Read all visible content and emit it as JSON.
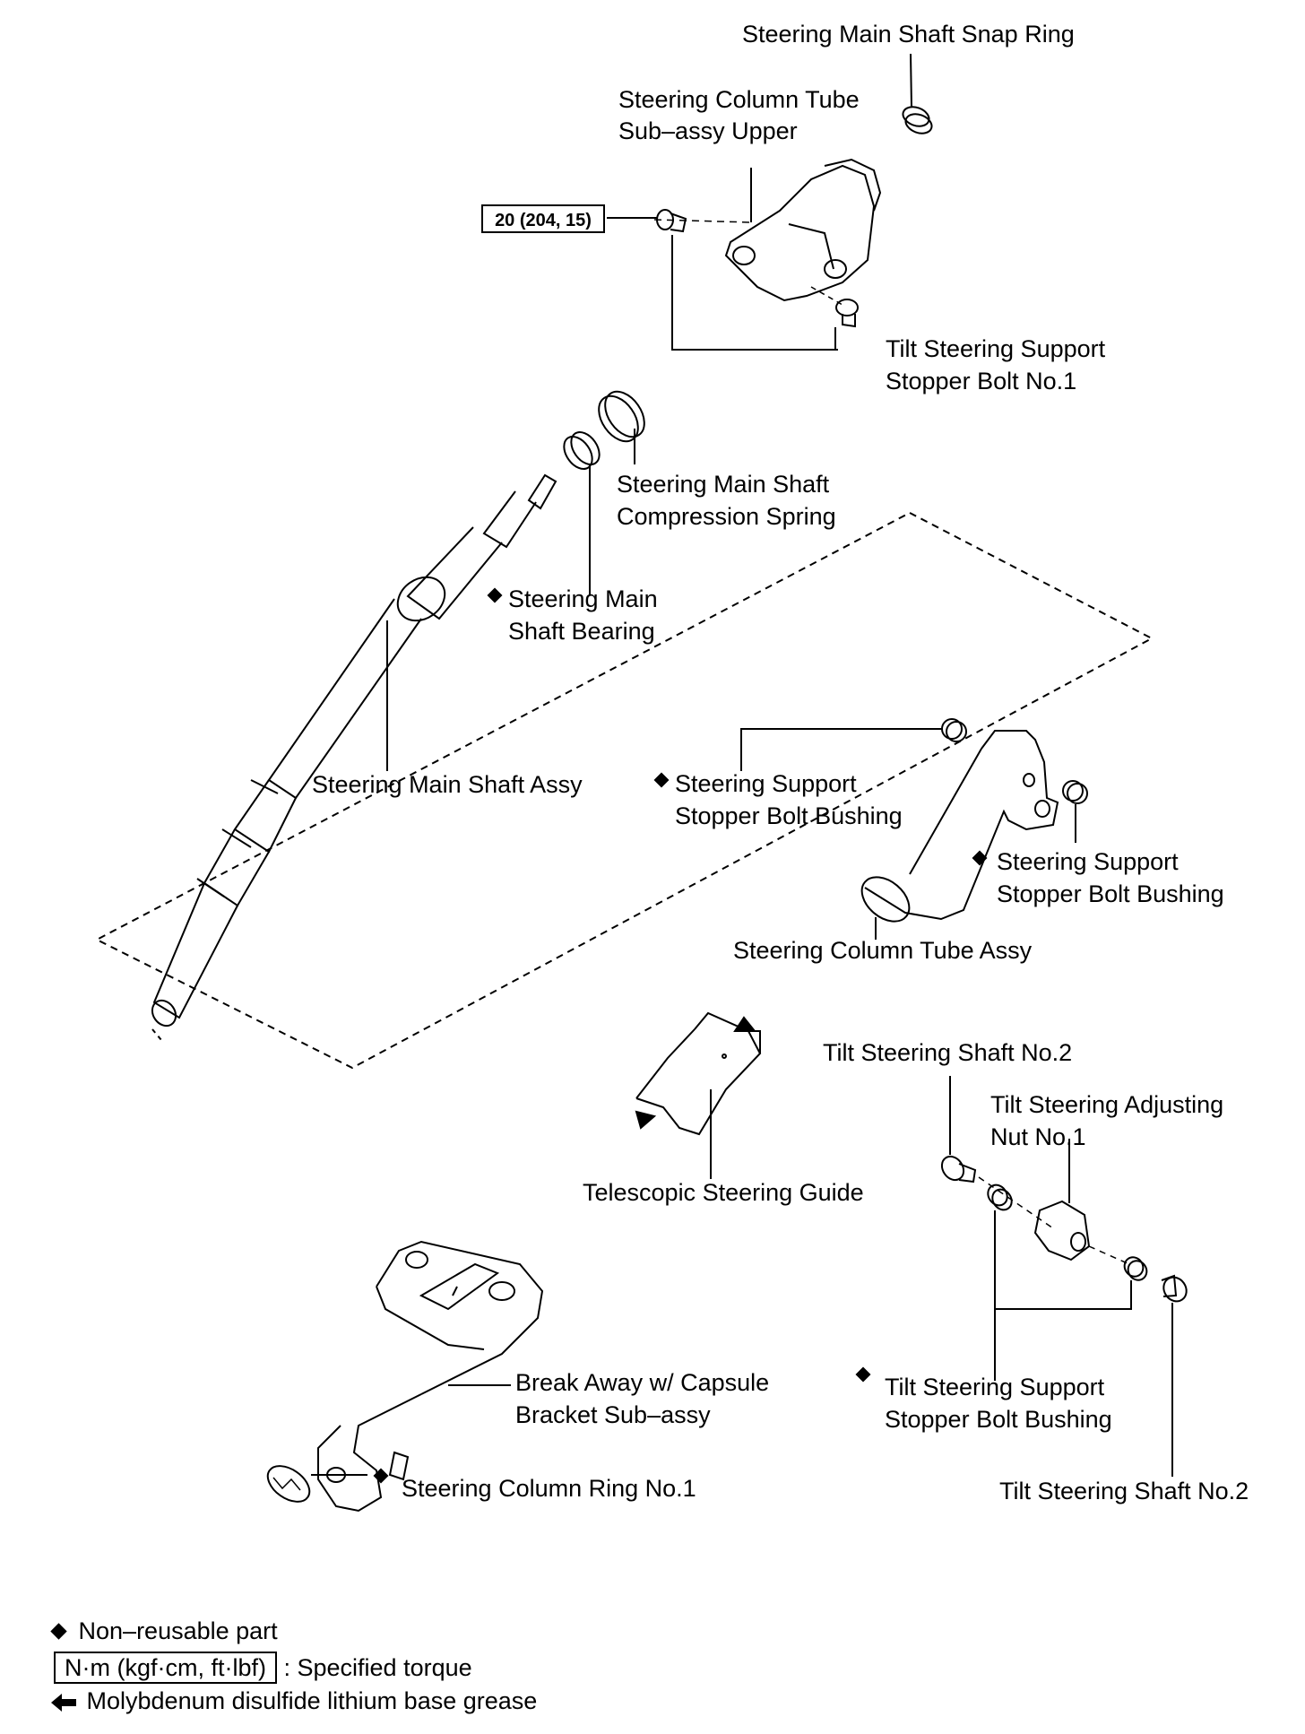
{
  "labels": {
    "snap_ring": "Steering Main Shaft Snap Ring",
    "column_tube_upper_1": "Steering Column Tube",
    "column_tube_upper_2": "Sub–assy Upper",
    "torque": "20 (204, 15)",
    "stopper_bolt_1": "Tilt Steering Support",
    "stopper_bolt_2": "Stopper Bolt No.1",
    "compression_spring_1": "Steering Main Shaft",
    "compression_spring_2": "Compression Spring",
    "bearing_1": "Steering Main",
    "bearing_2": "Shaft Bearing",
    "main_shaft_assy": "Steering Main Shaft Assy",
    "bushing_a_1": "Steering Support",
    "bushing_a_2": "Stopper Bolt  Bushing",
    "bushing_b_1": "Steering Support",
    "bushing_b_2": "Stopper Bolt  Bushing",
    "column_tube_assy": "Steering Column Tube Assy",
    "tilt_shaft_top": "Tilt Steering Shaft No.2",
    "adjusting_nut_1": "Tilt Steering Adjusting",
    "adjusting_nut_2": "Nut No.1",
    "telescopic_guide": "Telescopic Steering Guide",
    "breakaway_1": "Break Away w/ Capsule",
    "breakaway_2": "Bracket Sub–assy",
    "tilt_bushing_1": "Tilt Steering Support",
    "tilt_bushing_2": "Stopper Bolt Bushing",
    "column_ring": "Steering Column Ring No.1",
    "tilt_shaft_bottom": "Tilt Steering Shaft No.2"
  },
  "legend": {
    "nonreusable": "Non–reusable part",
    "torque_units": "N·m (kgf·cm, ft·lbf)",
    "torque_desc": ": Specified torque",
    "grease": "Molybdenum disulfide lithium base grease"
  },
  "colors": {
    "ink": "#000000",
    "background": "#ffffff"
  },
  "icons": [
    "diamond-icon",
    "grease-arrow-icon"
  ]
}
